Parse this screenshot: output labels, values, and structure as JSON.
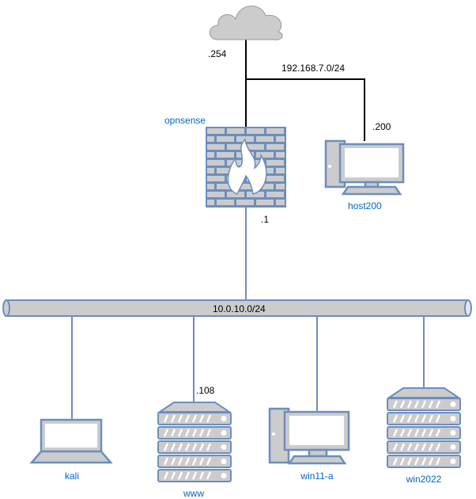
{
  "colors": {
    "device_stroke": "#6c8ebf",
    "device_fill": "#cccccc",
    "label": "#0066cc",
    "link": "#000000"
  },
  "nodes": {
    "cloud": {
      "icon": "cloud-icon"
    },
    "firewall": {
      "name": "opnsense",
      "icon": "firewall-icon",
      "ip": ".1",
      "wan_ip": ".254"
    },
    "host200": {
      "name": "host200",
      "icon": "desktop-pc-icon",
      "ip": ".200"
    },
    "kali": {
      "name": "kali",
      "icon": "laptop-icon"
    },
    "www": {
      "name": "www",
      "icon": "server-icon",
      "ip": ".108"
    },
    "win11": {
      "name": "win11-a",
      "icon": "desktop-pc-icon"
    },
    "win2022": {
      "name": "win2022",
      "icon": "server-icon"
    }
  },
  "networks": {
    "wan": "192.168.7.0/24",
    "lan": "10.0.10.0/24"
  }
}
